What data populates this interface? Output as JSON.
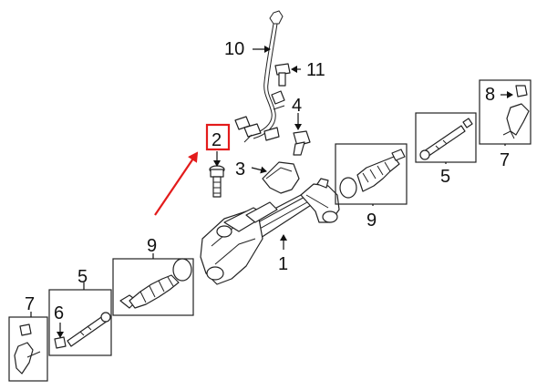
{
  "callouts": {
    "c1": "1",
    "c2": "2",
    "c3": "3",
    "c4": "4",
    "c5_left": "5",
    "c5_right": "5",
    "c6": "6",
    "c7_left": "7",
    "c7_right": "7",
    "c8": "8",
    "c9_left": "9",
    "c9_right": "9",
    "c10": "10",
    "c11": "11"
  },
  "colors": {
    "highlight": "#e31b1b",
    "line": "#222222",
    "background": "#ffffff"
  }
}
